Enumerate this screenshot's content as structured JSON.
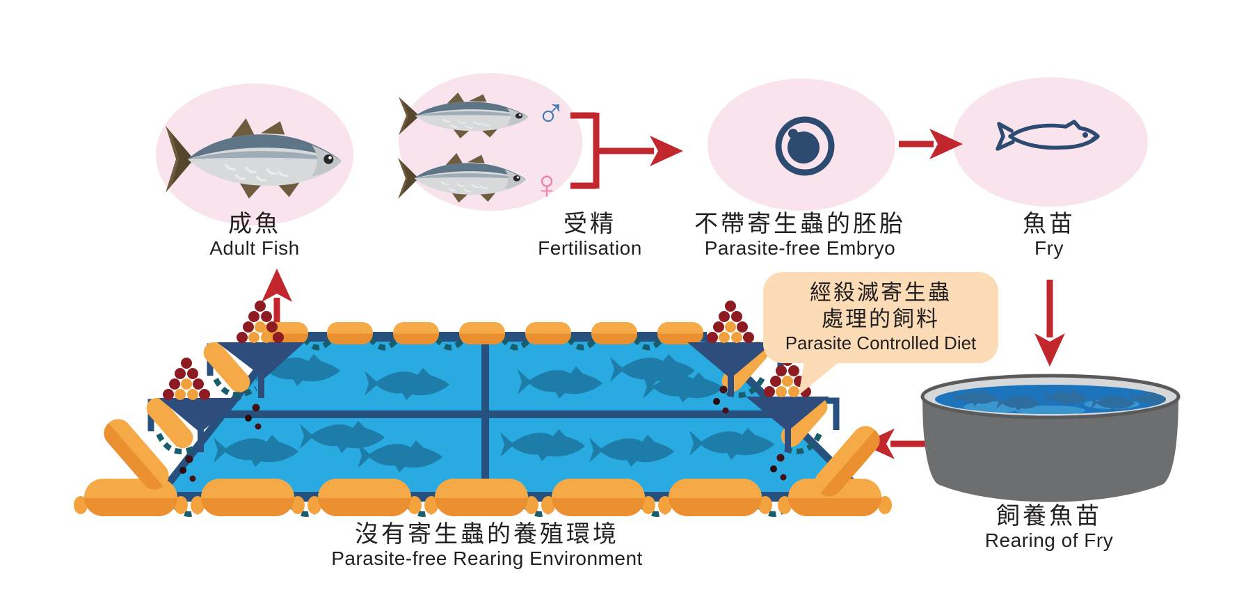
{
  "stages": {
    "adult_fish": {
      "zh": "成魚",
      "en": "Adult Fish"
    },
    "fertilisation": {
      "zh": "受精",
      "en": "Fertilisation",
      "male_symbol": "♂",
      "female_symbol": "♀"
    },
    "embryo": {
      "zh": "不帶寄生蟲的胚胎",
      "en": "Parasite-free Embryo"
    },
    "fry": {
      "zh": "魚苗",
      "en": "Fry"
    },
    "rearing_of_fry": {
      "zh": "飼養魚苗",
      "en": "Rearing of Fry"
    },
    "rearing_environment": {
      "zh": "沒有寄生蟲的養殖環境",
      "en": "Parasite-free Rearing Environment"
    }
  },
  "callout": {
    "zh_line1": "經殺滅寄生蟲",
    "zh_line2": "處理的飼料",
    "en": "Parasite Controlled Diet"
  },
  "colors": {
    "arrow_red": "#c1272d",
    "stage_ellipse_pink": "#f9e4ee",
    "callout_beige": "#fbdcb6",
    "cage_water_blue": "#29abe2",
    "cage_fish_teal": "#1d7ca8",
    "frame_navy": "#26507e",
    "funnel_navy": "#2e4d7c",
    "float_orange": "#f5aa47",
    "float_orange_dark": "#ea9030",
    "rope_teal": "#175d6c",
    "feed_dark_red": "#8e1b22",
    "feed_orange": "#f0a03c",
    "tank_gray": "#6c6e70",
    "tank_rim_gray": "#d6d7d8",
    "tank_water_blue": "#1c75bc",
    "male_symbol_blue": "#3f7cb6",
    "female_symbol_pink": "#f07fa9",
    "outline_navy": "#2d4a71",
    "text_black": "#231f20"
  }
}
